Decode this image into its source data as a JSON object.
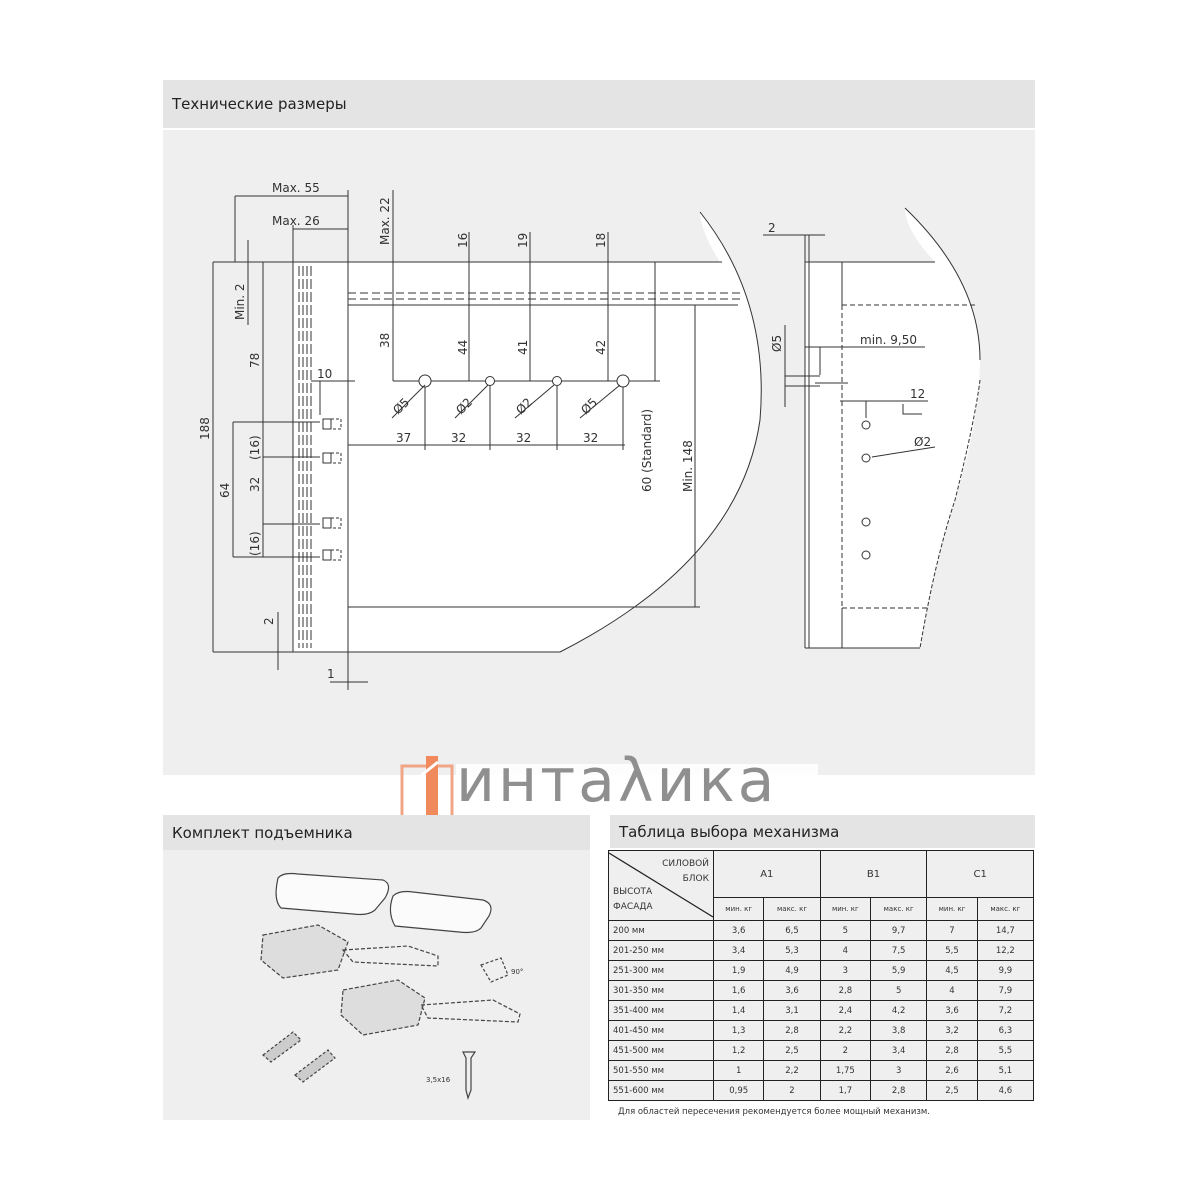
{
  "sections": {
    "tech_dims_title": "Технические размеры",
    "kit_title": "Комплект подъемника",
    "table_title": "Таблица выбора механизма"
  },
  "logo": {
    "text": "интаλика",
    "brand_color": "#f08a5d"
  },
  "diagram": {
    "front": {
      "max55": "Max. 55",
      "max26": "Max. 26",
      "max22": "Max. 22",
      "min2": "Min. 2",
      "d188": "188",
      "d78": "78",
      "d64": "64",
      "d16a": "(16)",
      "d32v": "32",
      "d16b": "(16)",
      "d2": "2",
      "d1": "1",
      "d10": "10",
      "d16": "16",
      "d19": "19",
      "d18": "18",
      "d38": "38",
      "d44": "44",
      "d41": "41",
      "d42": "42",
      "dia5a": "Ø5",
      "dia2a": "Ø2",
      "dia2b": "Ø2",
      "dia5b": "Ø5",
      "h37": "37",
      "h32a": "32",
      "h32b": "32",
      "h32c": "32",
      "std60": "60 (Standard)",
      "min148": "Min. 148"
    },
    "side": {
      "d2": "2",
      "dia5": "Ø5",
      "min950": "min. 9,50",
      "d12": "12",
      "dia2": "Ø2"
    }
  },
  "kit": {
    "screw_label": "3,5x16",
    "clip_label": "90°"
  },
  "table": {
    "corner_top": "СИЛОВОЙ БЛОК",
    "corner_bottom": "ВЫСОТА ФАСАДА",
    "groups": [
      "A1",
      "B1",
      "C1"
    ],
    "sub_min": "мин. кг",
    "sub_max": "макс. кг",
    "rows": [
      {
        "h": "200 мм",
        "v": [
          "3,6",
          "6,5",
          "5",
          "9,7",
          "7",
          "14,7"
        ]
      },
      {
        "h": "201-250 мм",
        "v": [
          "3,4",
          "5,3",
          "4",
          "7,5",
          "5,5",
          "12,2"
        ]
      },
      {
        "h": "251-300 мм",
        "v": [
          "1,9",
          "4,9",
          "3",
          "5,9",
          "4,5",
          "9,9"
        ]
      },
      {
        "h": "301-350 мм",
        "v": [
          "1,6",
          "3,6",
          "2,8",
          "5",
          "4",
          "7,9"
        ]
      },
      {
        "h": "351-400 мм",
        "v": [
          "1,4",
          "3,1",
          "2,4",
          "4,2",
          "3,6",
          "7,2"
        ]
      },
      {
        "h": "401-450 мм",
        "v": [
          "1,3",
          "2,8",
          "2,2",
          "3,8",
          "3,2",
          "6,3"
        ]
      },
      {
        "h": "451-500 мм",
        "v": [
          "1,2",
          "2,5",
          "2",
          "3,4",
          "2,8",
          "5,5"
        ]
      },
      {
        "h": "501-550 мм",
        "v": [
          "1",
          "2,2",
          "1,75",
          "3",
          "2,6",
          "5,1"
        ]
      },
      {
        "h": "551-600 мм",
        "v": [
          "0,95",
          "2",
          "1,7",
          "2,8",
          "2,5",
          "4,6"
        ]
      }
    ],
    "note": "Для областей пересечения рекомендуется более мощный механизм."
  }
}
